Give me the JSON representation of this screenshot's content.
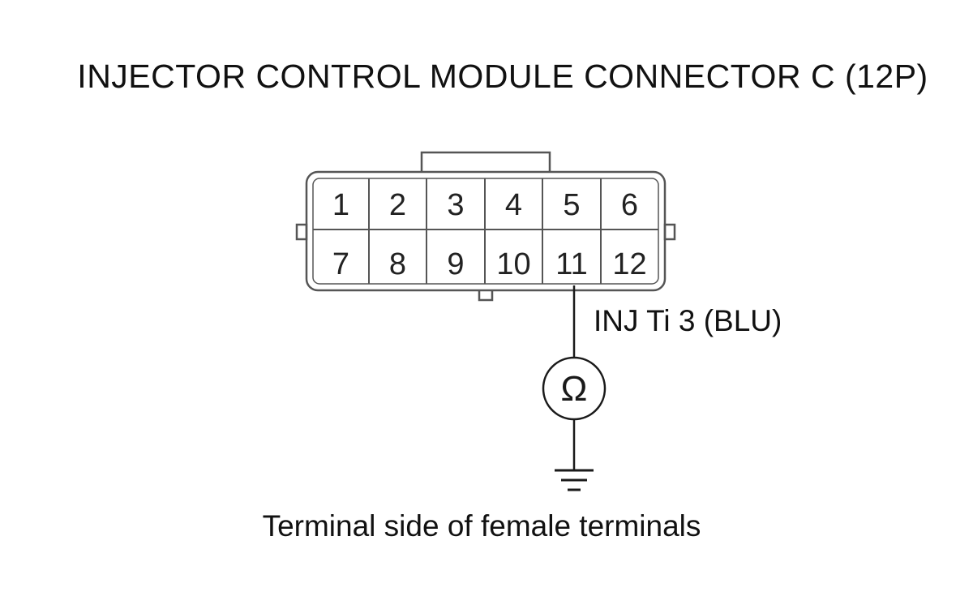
{
  "title": "INJECTOR CONTROL MODULE CONNECTOR C (12P)",
  "connector": {
    "pins": [
      "1",
      "2",
      "3",
      "4",
      "5",
      "6",
      "7",
      "8",
      "9",
      "10",
      "11",
      "12"
    ],
    "measured_pin": "11"
  },
  "wire_label": "INJ Ti 3 (BLU)",
  "meter_symbol": "Ω",
  "caption": "Terminal side of female terminals",
  "colors": {
    "line": "#1a1a1a",
    "outline": "#555555"
  }
}
